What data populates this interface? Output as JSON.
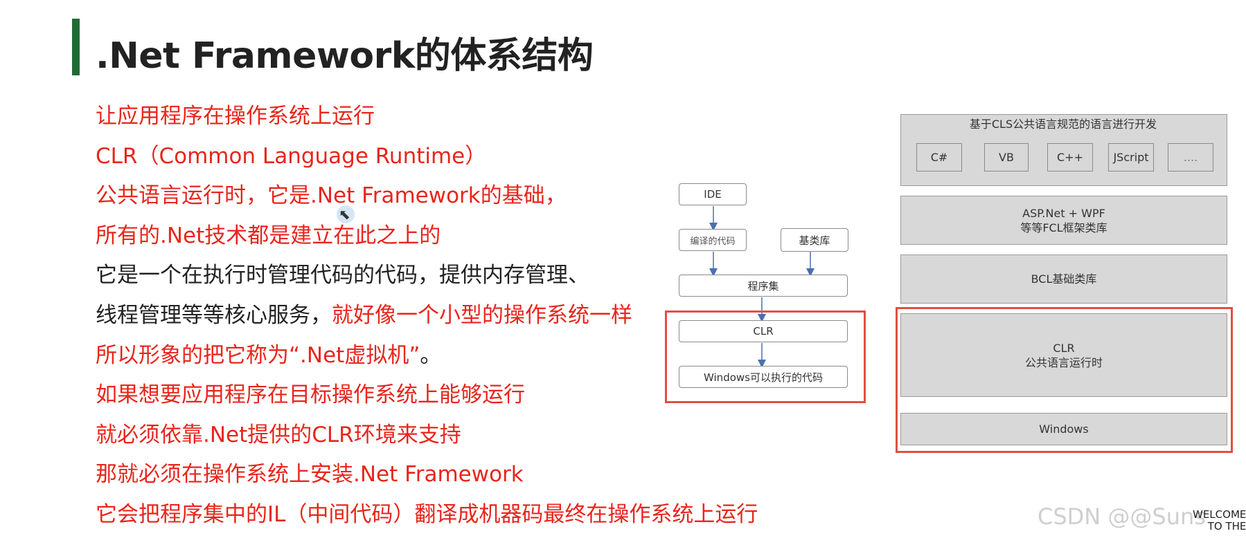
{
  "slide": {
    "title": ".Net Framework的体系结构",
    "lines": [
      [
        {
          "text": "让应用程序在操作系统上运行",
          "color": "red"
        }
      ],
      [
        {
          "text": "CLR（Common Language Runtime）",
          "color": "red"
        }
      ],
      [
        {
          "text": "公共语言运行时，它是.Net Framework的基础，",
          "color": "red"
        }
      ],
      [
        {
          "text": "所有的.Net技术都是建立在此之上的",
          "color": "red"
        }
      ],
      [
        {
          "text": "它是一个在执行时管理代码的代码，提供内存管理、",
          "color": "black"
        }
      ],
      [
        {
          "text": "线程管理等等核心服务，",
          "color": "black"
        },
        {
          "text": "就好像一个小型的操作系统一样",
          "color": "red"
        }
      ],
      [
        {
          "text": "所以形象的把它称为“.Net虚拟机”",
          "color": "red"
        },
        {
          "text": "。",
          "color": "black"
        }
      ],
      [
        {
          "text": "如果想要应用程序在目标操作系统上能够运行",
          "color": "red"
        }
      ],
      [
        {
          "text": "就必须依靠.Net提供的CLR环境来支持",
          "color": "red"
        }
      ],
      [
        {
          "text": "那就必须在操作系统上安装.Net Framework",
          "color": "red"
        }
      ],
      [
        {
          "text": "它会把程序集中的IL（中间代码）翻译成机器码最终在操作系统上运行",
          "color": "red"
        }
      ]
    ]
  },
  "flow_diagram": {
    "ide": "IDE",
    "compiled_code": "编译的代码",
    "base_library": "基类库",
    "assembly": "程序集",
    "clr": "CLR",
    "windows_code": "Windows可以执行的代码"
  },
  "architecture": {
    "cls_label": "基于CLS公共语言规范的语言进行开发",
    "languages": [
      "C#",
      "VB",
      "C++",
      "JScript",
      "...."
    ],
    "aspnet_line1": "ASP.Net + WPF",
    "aspnet_line2": "等等FCL框架类库",
    "bcl": "BCL基础类库",
    "clr_line1": "CLR",
    "clr_line2": "公共语言运行时",
    "windows": "Windows"
  },
  "watermark": "CSDN @@Suns",
  "corner_text": {
    "line1": "WELCOME",
    "line2": "TO THE"
  },
  "colors": {
    "accent_bar": "#1f6b34",
    "red_text": "#e8251c",
    "frame": "#e05040"
  }
}
